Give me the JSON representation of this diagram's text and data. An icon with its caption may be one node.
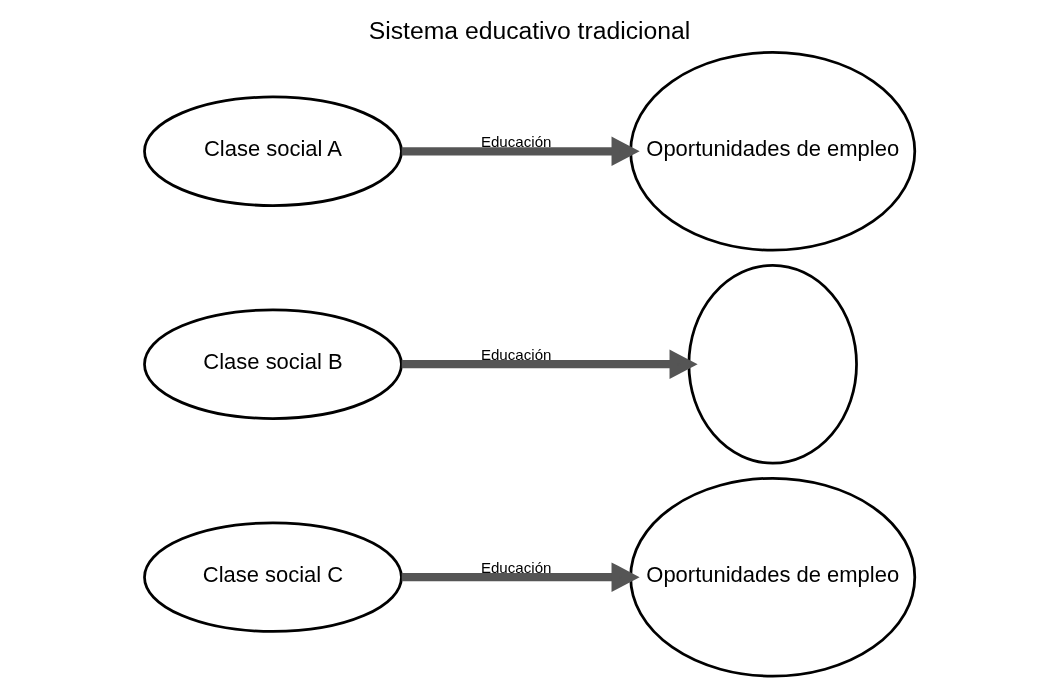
{
  "diagram": {
    "title": "Sistema educativo tradicional",
    "nodes": [
      {
        "text": [
          "Clase social A"
        ]
      },
      {
        "text": [
          "Clase social B"
        ]
      },
      {
        "text": [
          "Clase social C"
        ]
      },
      {
        "text": [
          "Oportunidades de empleo"
        ]
      },
      {
        "text": [],
        "shape": "ellipse"
      },
      {
        "text": [
          "Oportunidades de empleo"
        ]
      }
    ],
    "edges": [
      {
        "from": 0,
        "to": 3,
        "arrow": "to",
        "label": "Educación"
      },
      {
        "from": 1,
        "to": 4,
        "arrow": "to",
        "label": "Educación"
      },
      {
        "from": 2,
        "to": 5,
        "arrow": "to",
        "label": "Educación"
      }
    ]
  }
}
